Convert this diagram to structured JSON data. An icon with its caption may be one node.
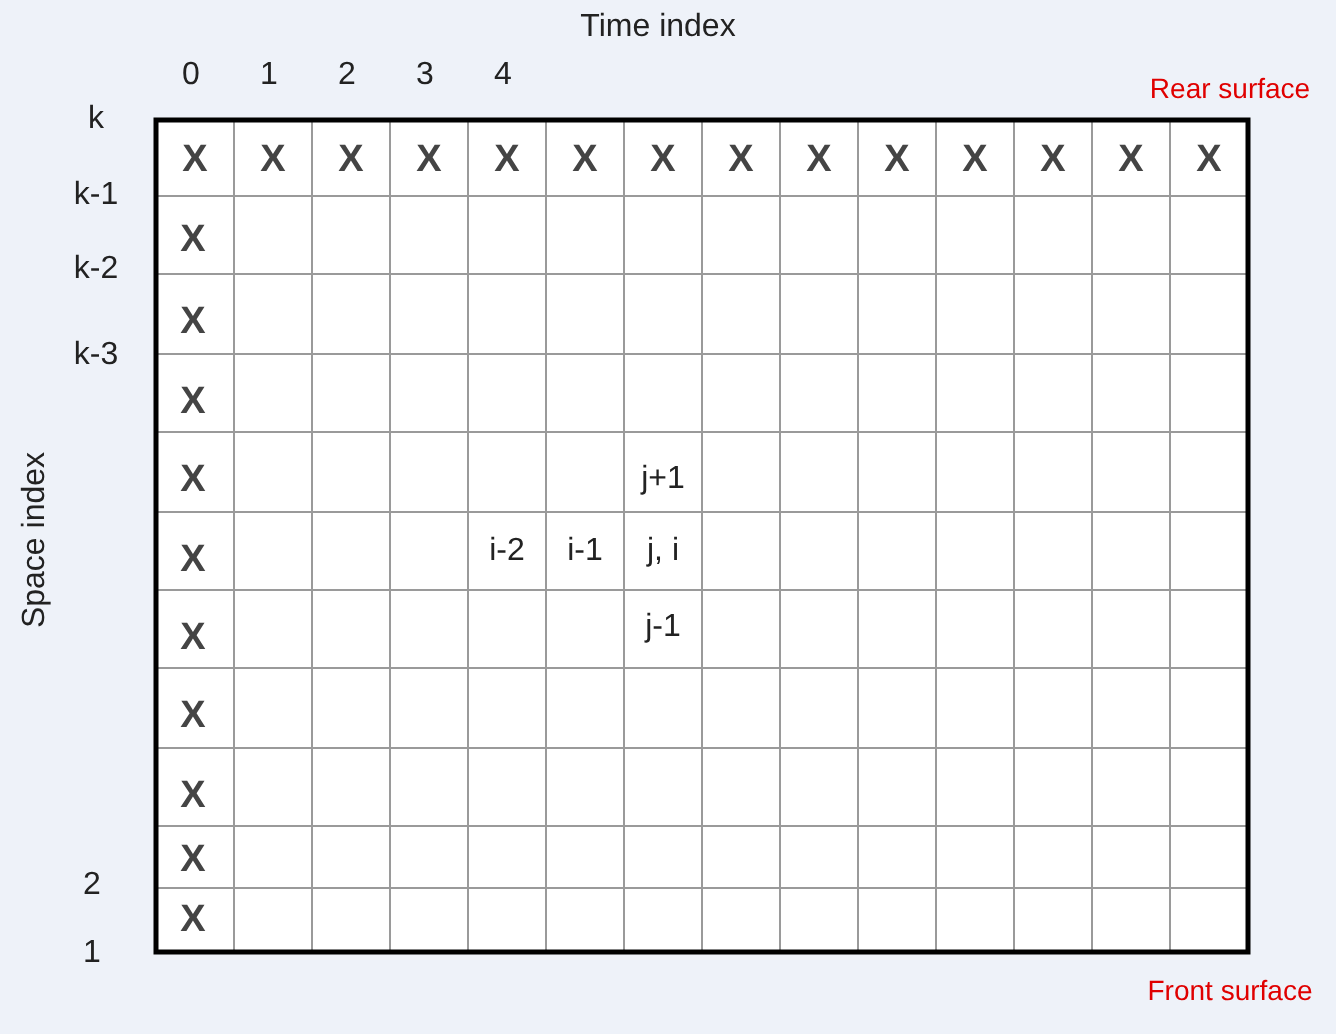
{
  "diagram": {
    "labels": [
      "Time index",
      "0",
      "1",
      "2",
      "3",
      "4",
      "Rear surface",
      "k",
      "k-1",
      "X",
      "X",
      "X",
      "X",
      "X",
      "X",
      "X",
      "X",
      "X",
      "X",
      "X",
      "X",
      "X",
      "X",
      "k-2",
      "X",
      "k-3",
      "X",
      "Space index",
      "X",
      "X",
      "j+1",
      "X",
      "i-2",
      "i-1",
      "j, i",
      "X",
      "j-1",
      "X",
      "X",
      "2",
      "X",
      "1",
      "X",
      "Front surface"
    ]
  }
}
